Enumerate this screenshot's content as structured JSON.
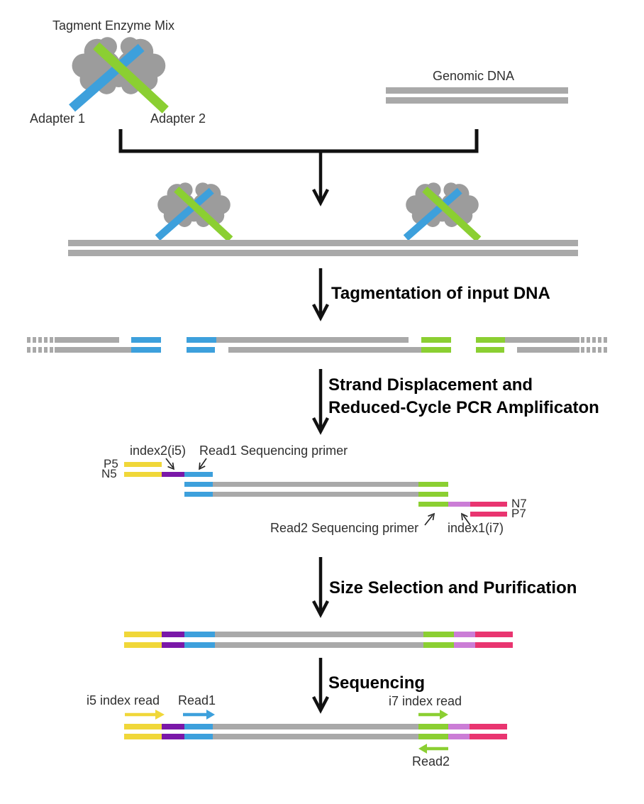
{
  "palette": {
    "adapter1_blue": "#3DA0DC",
    "adapter2_green": "#8BCF32",
    "dna_gray": "#A9A9A9",
    "enzyme_gray": "#9C9C9C",
    "p5_yellow": "#F0D739",
    "index2_purple": "#7A18A8",
    "index1_plum": "#CB7DD6",
    "p7_pink": "#E93570",
    "arrow_black": "#111111"
  },
  "inputs": {
    "enzyme_title": "Tagment Enzyme Mix",
    "adapter1": "Adapter 1",
    "adapter2": "Adapter 2",
    "genomic_dna": "Genomic DNA"
  },
  "steps": {
    "step1": "Tagmentation of input DNA",
    "step2_line1": "Strand Displacement and",
    "step2_line2": "Reduced-Cycle PCR Amplificaton",
    "step3": "Size Selection and Purification",
    "step4": "Sequencing"
  },
  "pcr_construct": {
    "p5": "P5",
    "n5": "N5",
    "index2_i5": "index2(i5)",
    "read1_primer": "Read1 Sequencing primer",
    "read2_primer": "Read2 Sequencing primer",
    "index1_i7": "index1(i7)",
    "n7": "N7",
    "p7": "P7"
  },
  "sequencing_reads": {
    "i5_index_read": "i5 index read",
    "read1": "Read1",
    "i7_index_read": "i7 index read",
    "read2": "Read2"
  }
}
